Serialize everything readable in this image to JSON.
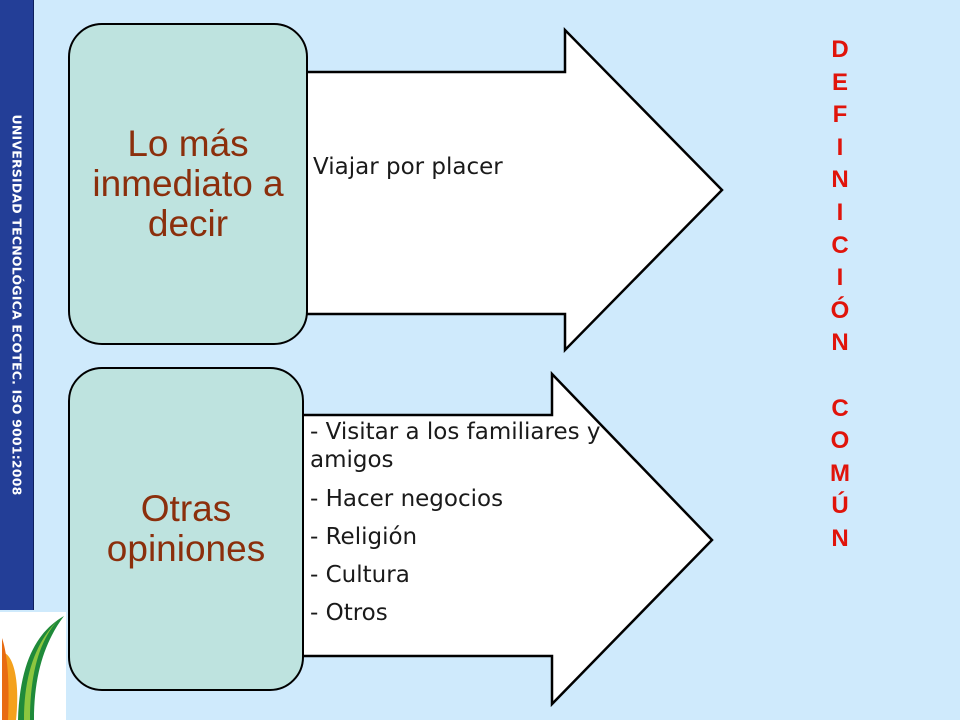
{
  "sidebar": {
    "text": "UNIVERSIDAD TECNOLÓGICA ECOTEC. ISO 9001:2008"
  },
  "diagram": {
    "box1": {
      "label": "Lo más inmediato a decir"
    },
    "box2": {
      "label": "Otras opiniones"
    },
    "arrow1": {
      "text": "Viajar por placer"
    },
    "arrow2": {
      "items": [
        "- Visitar a los familiares y amigos",
        "- Hacer negocios",
        "- Religión",
        "- Cultura",
        "- Otros"
      ]
    }
  },
  "vertical_title": {
    "words": [
      "DEFINICIÓN",
      "COMÚN"
    ],
    "letters_word1": [
      "D",
      "E",
      "F",
      "I",
      "N",
      "I",
      "C",
      "I",
      "Ó",
      "N"
    ],
    "letters_word2": [
      "C",
      "O",
      "M",
      "Ú",
      "N"
    ]
  },
  "colors": {
    "background": "#cfeafc",
    "sidebar": "#233e97",
    "box_fill": "#bee3df",
    "box_text": "#8b2f0c",
    "title_red": "#e0140b"
  }
}
